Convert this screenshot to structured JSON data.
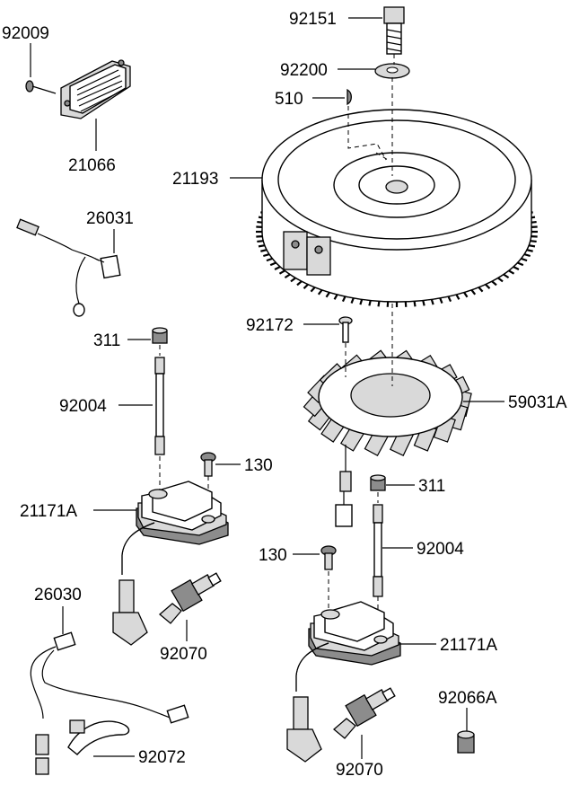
{
  "labels": {
    "l92009": "92009",
    "l21066": "21066",
    "l26031": "26031",
    "l311a": "311",
    "l92004a": "92004",
    "l130a": "130",
    "l21171Aa": "21171A",
    "l26030": "26030",
    "l92070a": "92070",
    "l92072": "92072",
    "l92151": "92151",
    "l92200": "92200",
    "l510": "510",
    "l21193": "21193",
    "l92172": "92172",
    "l59031A": "59031A",
    "l311b": "311",
    "l92004b": "92004",
    "l130b": "130",
    "l21171Ab": "21171A",
    "l92066A": "92066A",
    "l92070b": "92070"
  }
}
